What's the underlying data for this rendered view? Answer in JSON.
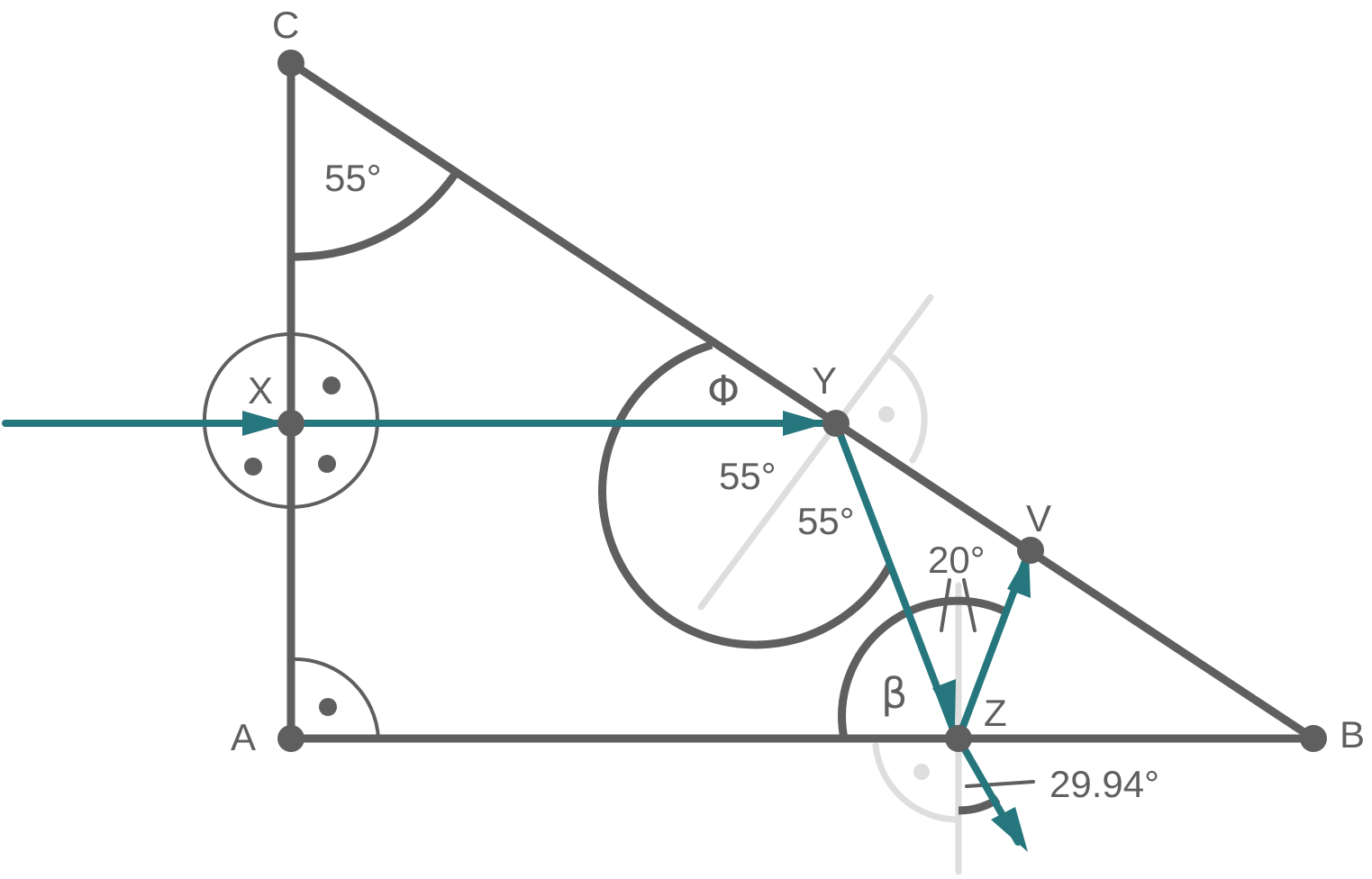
{
  "colors": {
    "structure": "#5f5f5f",
    "ray": "#25767d",
    "guide": "#dedede"
  },
  "points": {
    "A": "A",
    "B": "B",
    "C": "C",
    "X": "X",
    "Y": "Y",
    "Z": "Z",
    "V": "V"
  },
  "angles": {
    "at_C": "55°",
    "at_Y_incidence": "55°",
    "at_Y_reflection": "55°",
    "at_Z_small": "20°",
    "at_Z_exit": "29.94°",
    "phi": "Φ",
    "beta": "β"
  }
}
